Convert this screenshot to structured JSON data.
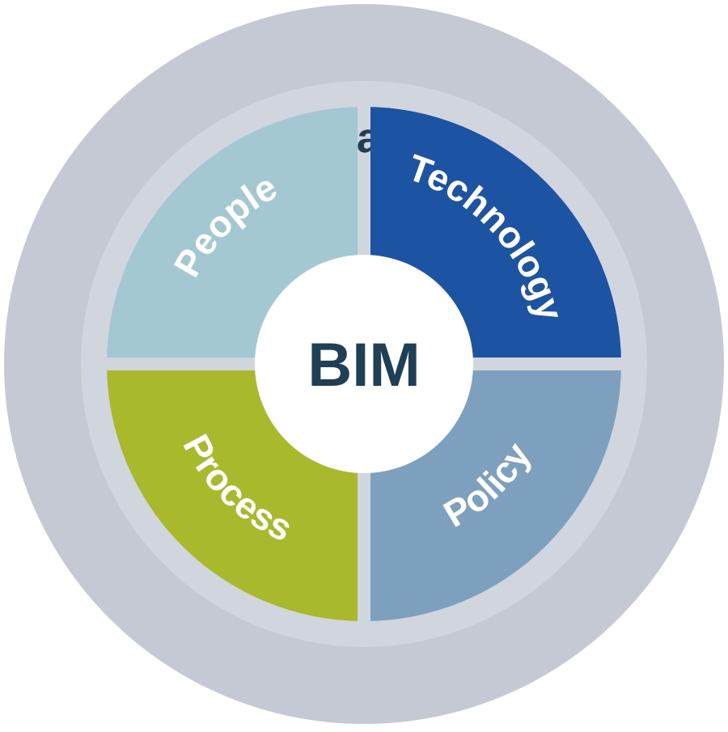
{
  "title": "BIM Manager",
  "center": {
    "label": "BIM"
  },
  "quadrants": {
    "people": {
      "label": "People",
      "color": "#a3c8d2"
    },
    "technology": {
      "label": "Technology",
      "color": "#1c53a2"
    },
    "process": {
      "label": "Process",
      "color": "#a9b92c"
    },
    "policy": {
      "label": "Policy",
      "color": "#7da0bf"
    }
  },
  "colors": {
    "outer_ring": "#c5c9d3",
    "inner_band": "#d1d5dd",
    "title_text": "#1f3f57",
    "center_text": "#1f3f57",
    "center_fill": "#ffffff",
    "divider": "#ffffff"
  }
}
